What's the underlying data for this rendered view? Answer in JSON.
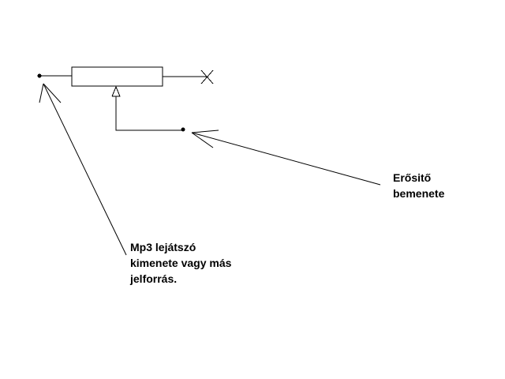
{
  "colors": {
    "background": "#ffffff",
    "stroke": "#000000"
  },
  "labels": {
    "amp_input": {
      "lines": [
        "Erősitő",
        "bemenete"
      ]
    },
    "mp3_output": {
      "lines": [
        "Mp3 lejátszó",
        "kimenete vagy más",
        "jelforrás."
      ]
    }
  }
}
